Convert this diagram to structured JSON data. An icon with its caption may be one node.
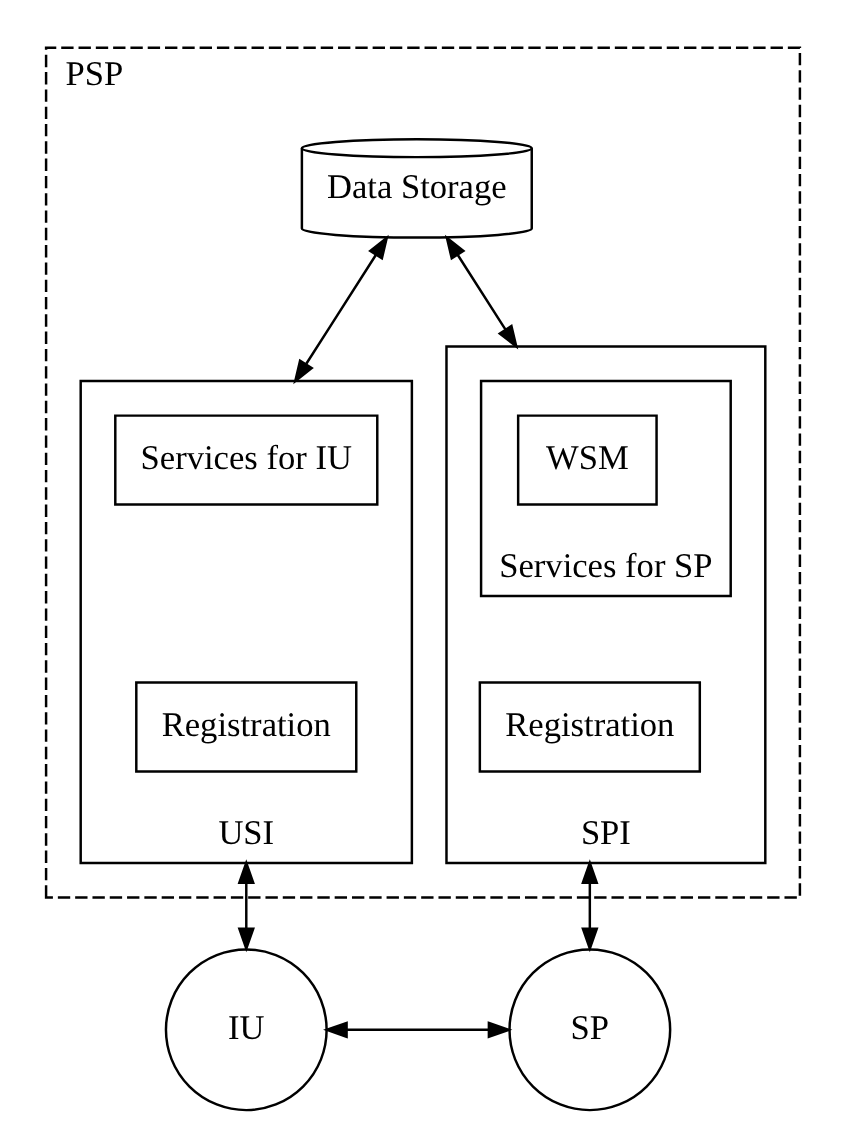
{
  "diagram": {
    "nodes": [
      {
        "text": [
          "PSP"
        ]
      },
      {
        "text": [
          "Data Storage"
        ],
        "in": 0
      },
      {
        "text": [
          "USI"
        ],
        "in": 0
      },
      {
        "text": [
          "Services for IU"
        ],
        "in": 2
      },
      {
        "text": [
          "Registration"
        ],
        "in": 2
      },
      {
        "text": [
          "SPI"
        ],
        "in": 0
      },
      {
        "text": [
          "Services for SP"
        ],
        "in": 5
      },
      {
        "text": [
          "WSM"
        ],
        "in": 6
      },
      {
        "text": [
          "Registration"
        ],
        "in": 5
      },
      {
        "text": [
          "IU"
        ]
      },
      {
        "text": [
          "SP"
        ]
      }
    ],
    "edges": [
      {
        "from": 1,
        "to": 2,
        "arrow": "both"
      },
      {
        "from": 1,
        "to": 5,
        "arrow": "both"
      },
      {
        "from": 2,
        "to": 9,
        "arrow": "both"
      },
      {
        "from": 5,
        "to": 10,
        "arrow": "both"
      },
      {
        "from": 9,
        "to": 10,
        "arrow": "both"
      }
    ]
  }
}
